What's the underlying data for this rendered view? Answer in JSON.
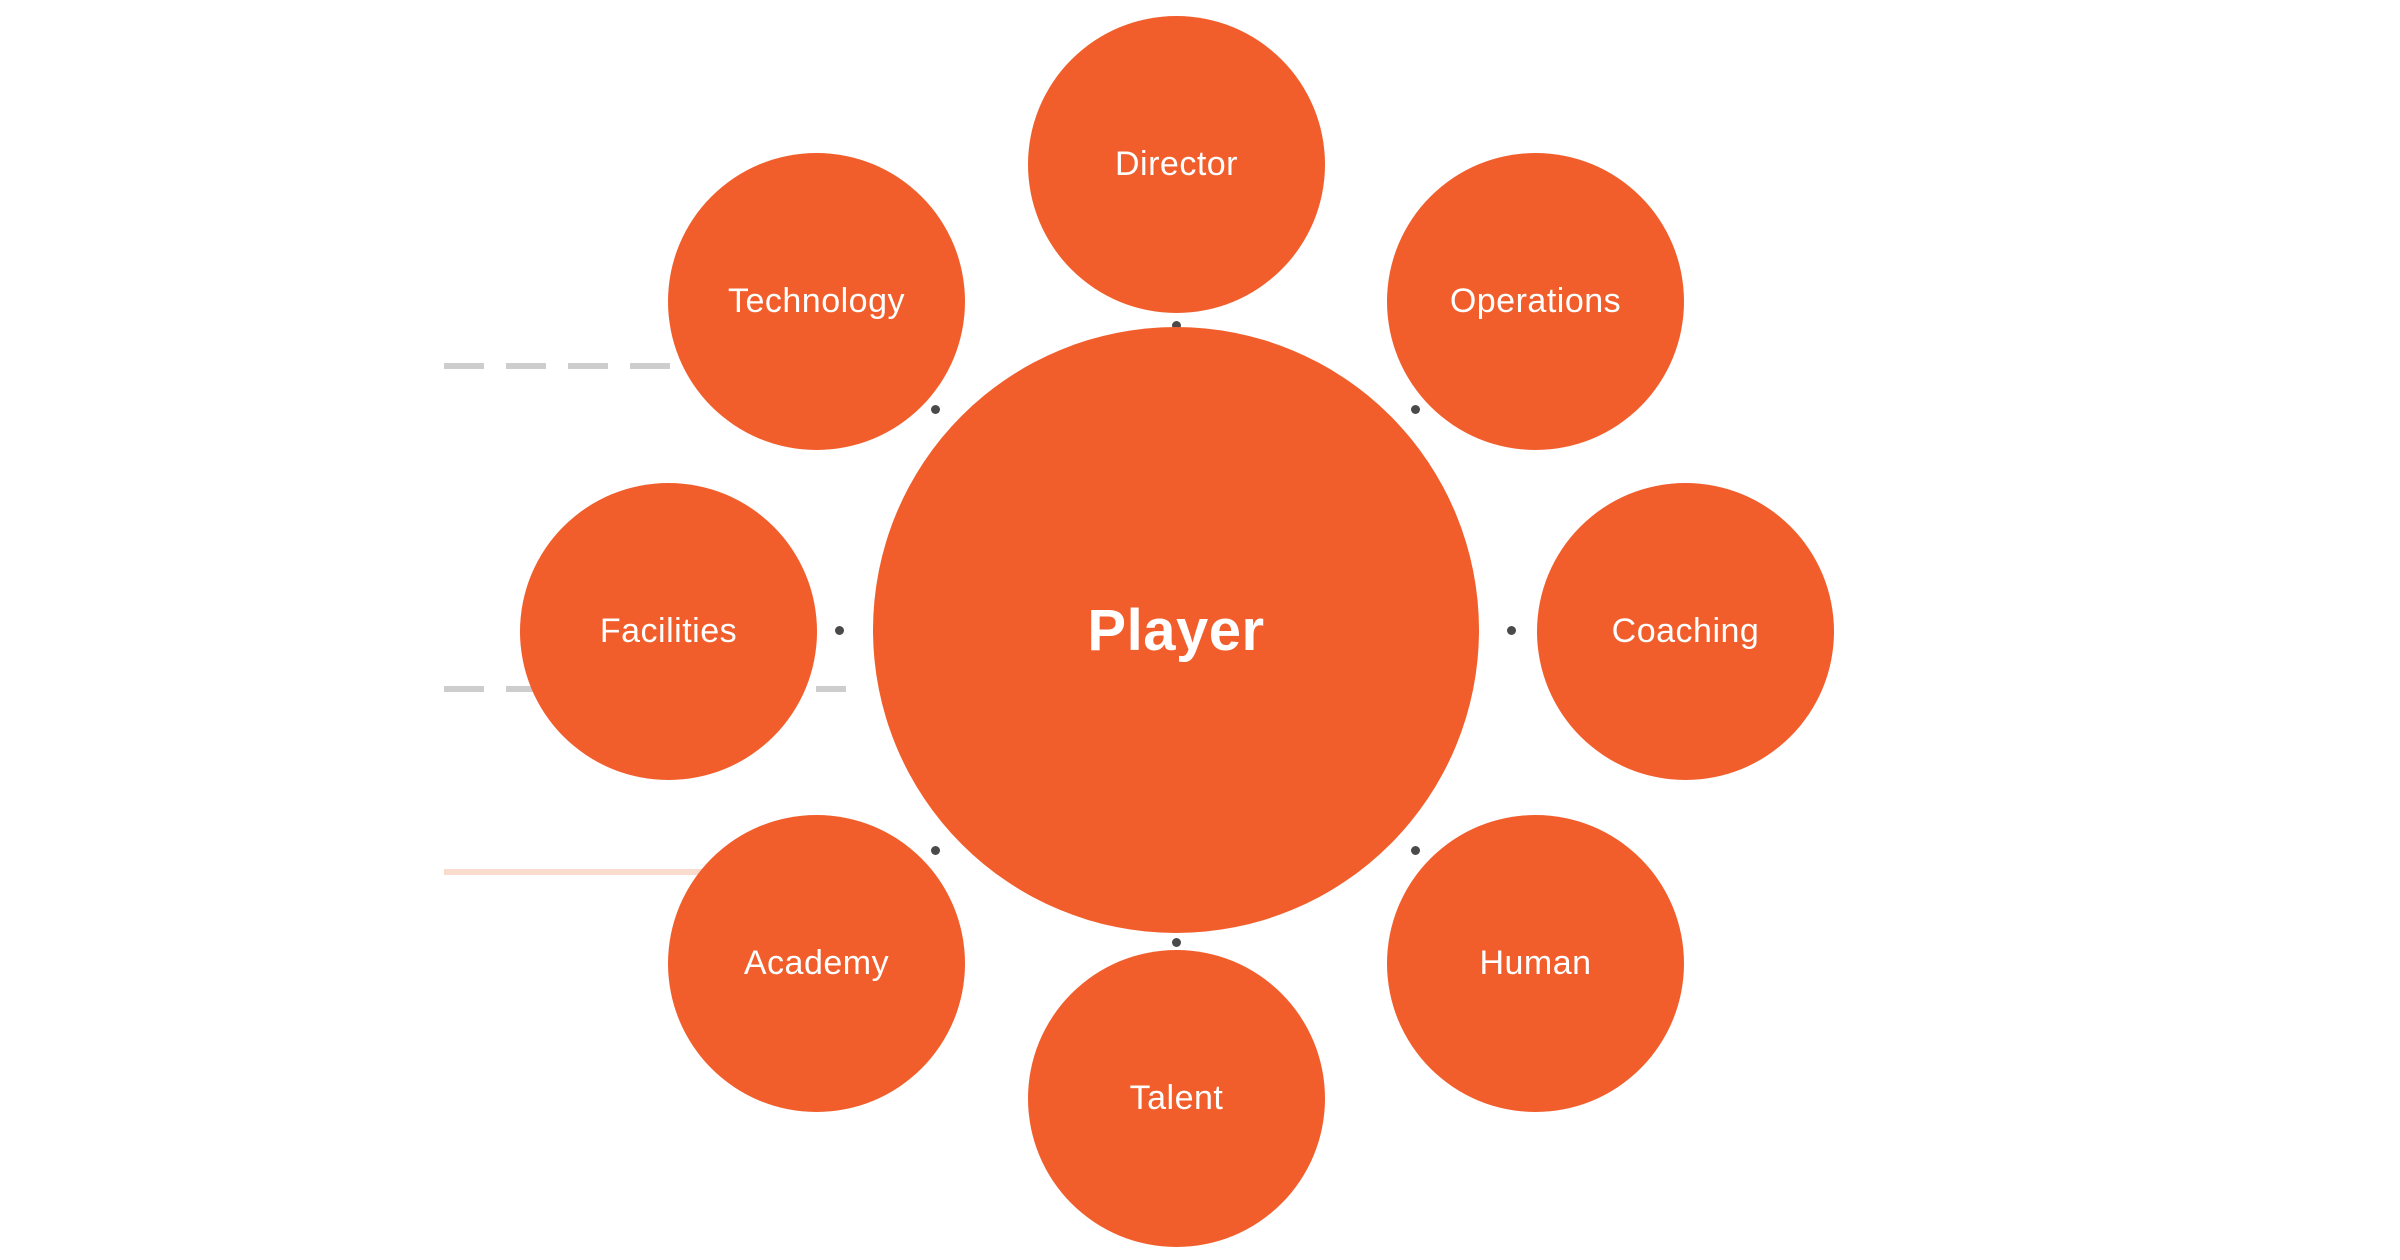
{
  "diagram": {
    "center": {
      "label": "Player"
    },
    "satellites": [
      {
        "id": "director",
        "label": "Director",
        "position": "top"
      },
      {
        "id": "technology",
        "label": "Technology",
        "position": "top-left"
      },
      {
        "id": "operations",
        "label": "Operations",
        "position": "top-right"
      },
      {
        "id": "facilities",
        "label": "Facilities",
        "position": "left"
      },
      {
        "id": "coaching",
        "label": "Coaching",
        "position": "right"
      },
      {
        "id": "academy",
        "label": "Academy",
        "position": "bottom-left"
      },
      {
        "id": "human",
        "label": "Human",
        "position": "bottom-right"
      },
      {
        "id": "talent",
        "label": "Talent",
        "position": "bottom"
      }
    ],
    "colors": {
      "circle_fill": "#F15E2C",
      "label_text": "#FFFFFF",
      "connector_dot": "#4A4A4A",
      "dashed_line": "#CDCDCD",
      "accent_line": "#F9DCCE"
    }
  }
}
